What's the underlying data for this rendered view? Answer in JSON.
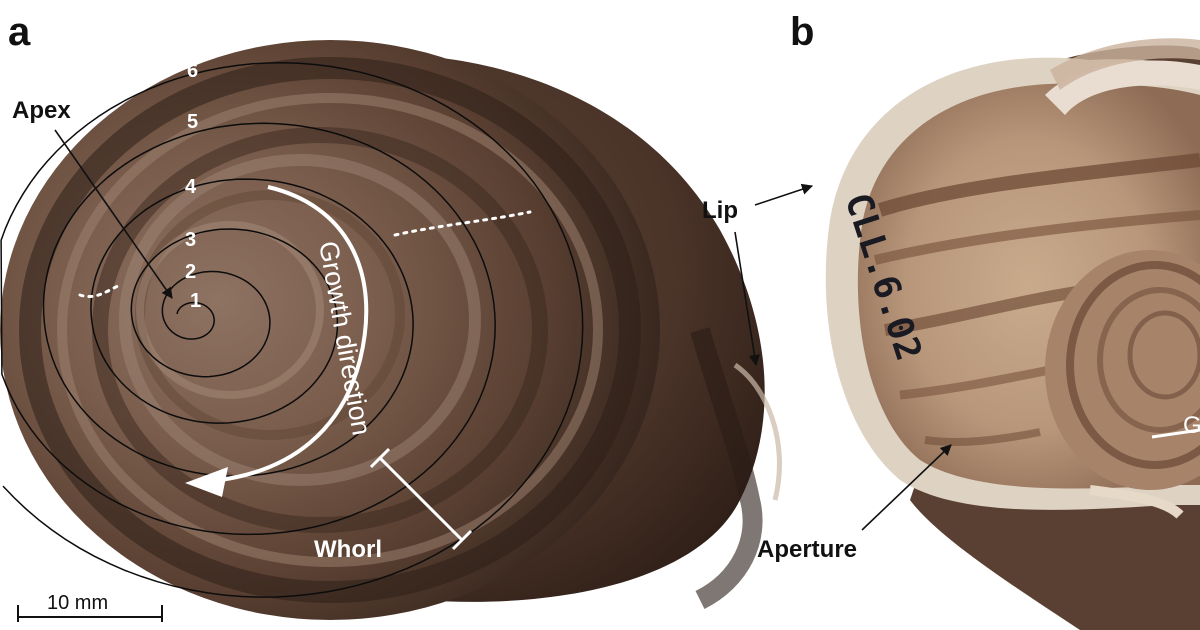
{
  "panels": [
    {
      "id": "a",
      "letter": "a"
    },
    {
      "id": "b",
      "letter": "b"
    }
  ],
  "panel_a": {
    "apex_label": "Apex",
    "whorl_numbers": [
      "1",
      "2",
      "3",
      "4",
      "5",
      "6"
    ],
    "growth_label": "Growth direction",
    "whorl_label": "Whorl",
    "scale_bar_label": "10 mm"
  },
  "panel_b": {
    "lip_label": "Lip",
    "aperture_label": "Aperture",
    "specimen_code": "CLL.6.02",
    "cut_off_text": "G"
  },
  "colors": {
    "background": "#ffffff",
    "shell_dark": "#3b2a22",
    "shell_mid": "#7a5d4c",
    "shell_light": "#a89080",
    "lip": "#ded2c2",
    "annotation_dark": "#111111",
    "annotation_light": "#ffffff"
  }
}
